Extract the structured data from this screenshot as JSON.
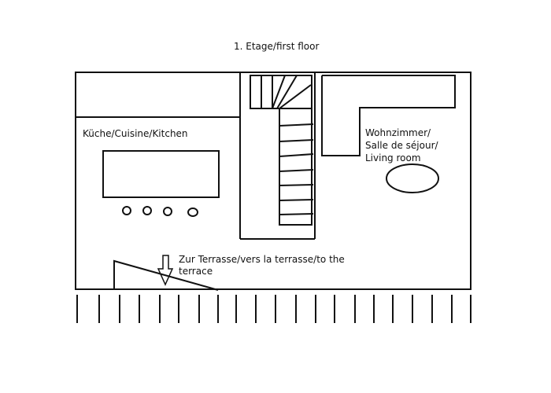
{
  "title": "1. Etage/first floor",
  "rooms": {
    "kitchen": "Küche/Cuisine/Kitchen",
    "living_room": [
      "Wohnzimmer/",
      "Salle de séjour/",
      "Living room"
    ]
  },
  "terrace_note": [
    "Zur Terrasse/vers la terrasse/to the",
    "terrace"
  ],
  "colors": {
    "line": "#111111",
    "background": "#ffffff"
  }
}
